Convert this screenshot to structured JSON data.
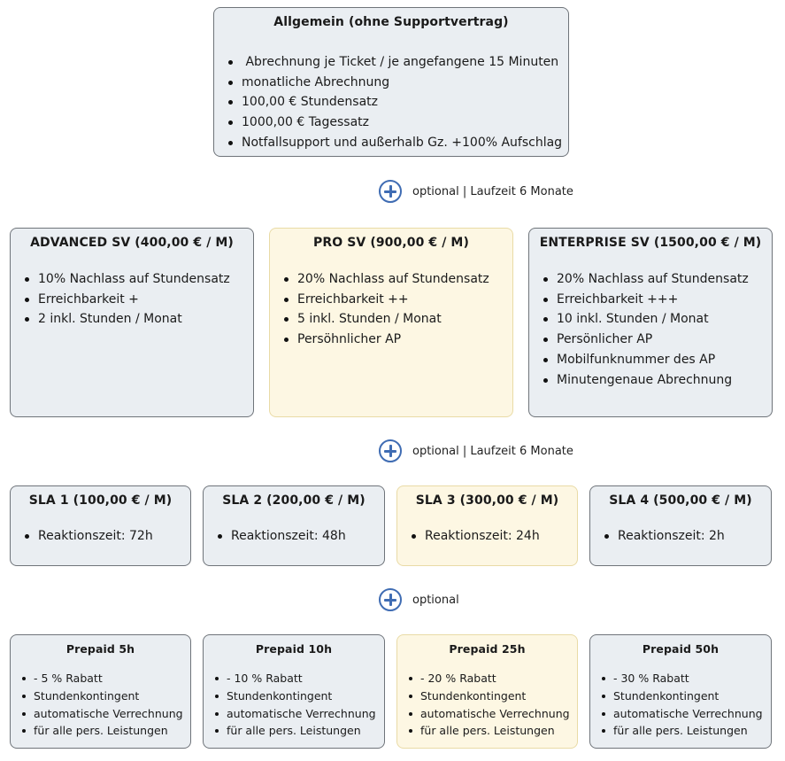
{
  "general": {
    "title": "Allgemein (ohne Supportvertrag)",
    "items": [
      " Abrechnung je Ticket / je angefangene 15 Minuten",
      "monatliche Abrechnung",
      "100,00 € Stundensatz",
      "1000,00 € Tagessatz",
      "Notfallsupport und außerhalb Gz. +100% Aufschlag"
    ]
  },
  "connectors": [
    {
      "label": "optional | Laufzeit 6 Monate"
    },
    {
      "label": "optional | Laufzeit 6 Monate"
    },
    {
      "label": "optional"
    }
  ],
  "support_contracts": [
    {
      "title": "ADVANCED SV (400,00 € / M)",
      "items": [
        "10% Nachlass auf Stundensatz",
        "Erreichbarkeit +",
        "2 inkl. Stunden / Monat"
      ]
    },
    {
      "title": "PRO SV (900,00 € / M)",
      "items": [
        "20% Nachlass auf Stundensatz",
        "Erreichbarkeit ++",
        "5 inkl. Stunden / Monat",
        "Persöhnlicher AP"
      ]
    },
    {
      "title": "ENTERPRISE SV (1500,00 € / M)",
      "items": [
        "20% Nachlass auf Stundensatz",
        "Erreichbarkeit +++",
        "10 inkl. Stunden / Monat",
        "Persönlicher AP",
        "Mobilfunknummer des AP",
        "Minutengenaue Abrechnung"
      ]
    }
  ],
  "sla": [
    {
      "title": "SLA 1 (100,00 € / M)",
      "item": "Reaktionszeit: 72h"
    },
    {
      "title": "SLA 2 (200,00 € / M)",
      "item": "Reaktionszeit: 48h"
    },
    {
      "title": "SLA 3 (300,00 € / M)",
      "item": "Reaktionszeit: 24h"
    },
    {
      "title": "SLA 4 (500,00 € / M)",
      "item": "Reaktionszeit: 2h"
    }
  ],
  "prepaid": [
    {
      "title": "Prepaid 5h",
      "items": [
        "- 5 % Rabatt",
        "Stundenkontingent",
        "automatische Verrechnung",
        "für alle pers. Leistungen"
      ]
    },
    {
      "title": "Prepaid 10h",
      "items": [
        "- 10 % Rabatt",
        "Stundenkontingent",
        "automatische Verrechnung",
        "für alle pers. Leistungen"
      ]
    },
    {
      "title": "Prepaid 25h",
      "items": [
        "- 20 % Rabatt",
        "Stundenkontingent",
        "automatische Verrechnung",
        "für alle pers. Leistungen"
      ]
    },
    {
      "title": "Prepaid 50h",
      "items": [
        "- 30 % Rabatt",
        "Stundenkontingent",
        "automatische Verrechnung",
        "für alle pers. Leistungen"
      ]
    }
  ],
  "colors": {
    "box_fill": "#eaeef2",
    "highlight_fill": "#fdf7e3",
    "plus_icon": "#3f6cb3"
  }
}
